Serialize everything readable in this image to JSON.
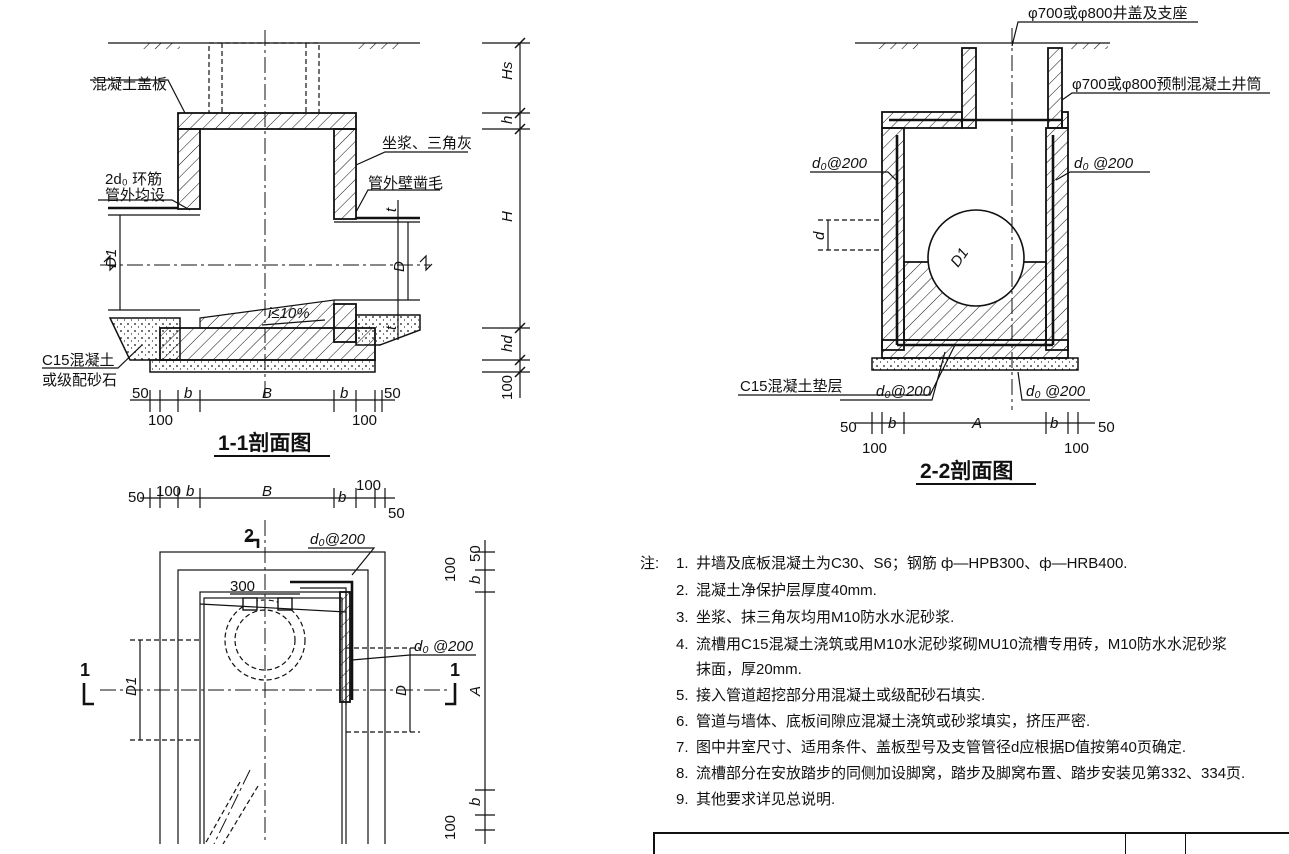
{
  "section_1_1": {
    "title": "1-1剖面图",
    "cover_slab": "混凝土盖板",
    "mortar": "坐浆、三角灰",
    "ring_bar_1": "2d₀ 环筋",
    "ring_bar_2": "管外均设",
    "pipe_wall": "管外壁凿毛",
    "c15_1": "C15混凝土",
    "c15_2": "或级配砂石",
    "slope": "i≤10%",
    "dims": {
      "hs": "Hs",
      "h": "h",
      "H": "H",
      "hd": "hd",
      "t_top": "t",
      "t_bot": "t",
      "D1": "D1",
      "D": "D",
      "d50a": "50",
      "d100a": "100",
      "b_a": "b",
      "B": "B",
      "b_b": "b",
      "d50b": "50",
      "d100b": "100",
      "d100v": "100"
    }
  },
  "section_2_2": {
    "title": "2-2剖面图",
    "cover": "φ700或φ800井盖及支座",
    "riser": "φ700或φ800预制混凝土井筒",
    "bar_left": "d₀@200",
    "bar_right": "d₀ @200",
    "bar_bottom_left": "d₀@200",
    "bar_bottom_right": "d₀ @200",
    "cushion": "C15混凝土垫层",
    "dims": {
      "d": "d",
      "D1": "D1",
      "d50a": "50",
      "b_a": "b",
      "A": "A",
      "b_b": "b",
      "d50b": "50",
      "d100a": "100",
      "d100b": "100"
    }
  },
  "plan": {
    "section_mark_2": "2",
    "section_mark_1_left": "1",
    "section_mark_1_right": "1",
    "bar": "d₀@200",
    "bar_right": "d₀ @200",
    "d300": "300",
    "dims": {
      "d50a": "50",
      "d100a": "100",
      "b_a": "b",
      "B": "B",
      "b_b": "b",
      "d100b": "100",
      "d50b": "50",
      "v50": "50",
      "v100a": "100",
      "v_b1": "b",
      "v_A": "A",
      "v_b2": "b",
      "v100b": "100",
      "D1": "D1",
      "D": "D"
    }
  },
  "notes": {
    "prefix": "注:",
    "items": [
      {
        "n": "1.",
        "text": "井墙及底板混凝土为C30、S6；钢筋 ф—HPB300、ф—HRB400."
      },
      {
        "n": "2.",
        "text": "混凝土净保护层厚度40mm."
      },
      {
        "n": "3.",
        "text": "坐浆、抹三角灰均用M10防水水泥砂浆."
      },
      {
        "n": "4.",
        "text": "流槽用C15混凝土浇筑或用M10水泥砂浆砌MU10流槽专用砖，M10防水水泥砂浆"
      },
      {
        "n": "",
        "text": "抹面，厚20mm."
      },
      {
        "n": "5.",
        "text": "接入管道超挖部分用混凝土或级配砂石填实."
      },
      {
        "n": "6.",
        "text": "管道与墙体、底板间隙应混凝土浇筑或砂浆填实，挤压严密."
      },
      {
        "n": "7.",
        "text": "图中井室尺寸、适用条件、盖板型号及支管管径d应根据D值按第40页确定."
      },
      {
        "n": "8.",
        "text": "流槽部分在安放踏步的同侧加设脚窝，踏步及脚窝布置、踏步安装见第332、334页."
      },
      {
        "n": "9.",
        "text": "其他要求详见总说明."
      }
    ]
  }
}
